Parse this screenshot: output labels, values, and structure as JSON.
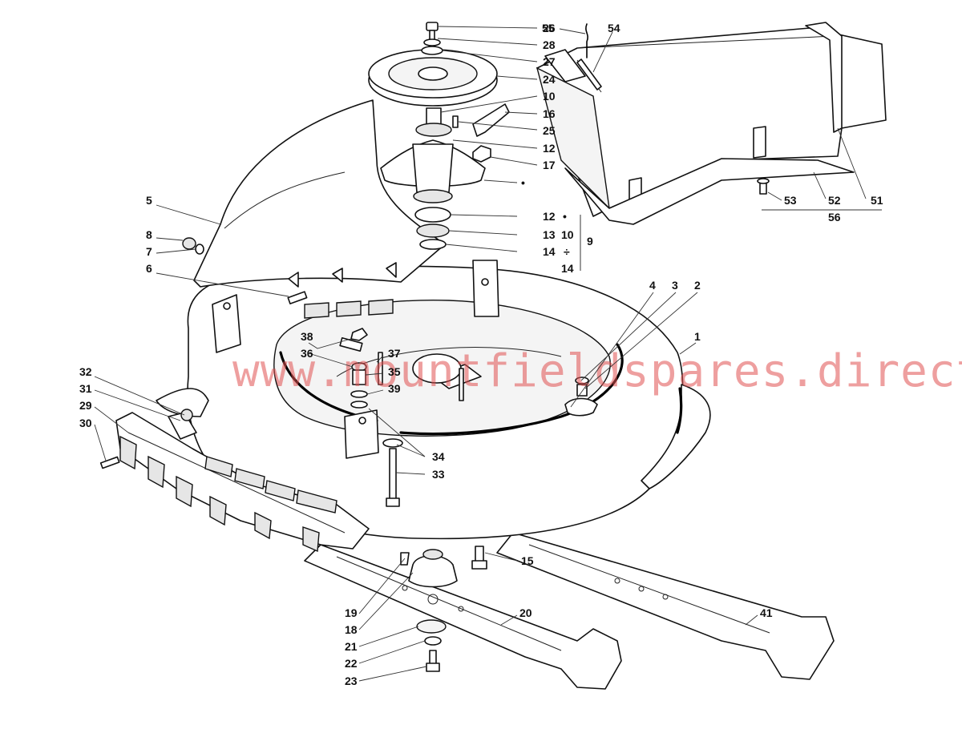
{
  "watermark": "www.mountfieldspares.direct",
  "labels": {
    "l1": "1",
    "l2": "2",
    "l3": "3",
    "l4": "4",
    "l5": "5",
    "l6": "6",
    "l7": "7",
    "l8": "8",
    "l9": "9",
    "l10": "10",
    "l10b": "10",
    "l12a": "12",
    "l12b": "12",
    "l13": "13",
    "l14a": "14",
    "l14b": "14",
    "l15": "15",
    "l16": "16",
    "l17": "17",
    "l18": "18",
    "l19": "19",
    "l20": "20",
    "l21": "21",
    "l22": "22",
    "l23": "23",
    "l24": "24",
    "l25": "25",
    "l26": "26",
    "l27": "27",
    "l28": "28",
    "l29": "29",
    "l30": "30",
    "l31": "31",
    "l32": "32",
    "l33": "33",
    "l34": "34",
    "l35": "35",
    "l36": "36",
    "l37": "37",
    "l38": "38",
    "l39": "39",
    "l41": "41",
    "l51": "51",
    "l52": "52",
    "l53": "53",
    "l54": "54",
    "l55": "55",
    "l56": "56",
    "bullet_a": "•",
    "bullet_b": "•",
    "range_sep": "÷"
  }
}
